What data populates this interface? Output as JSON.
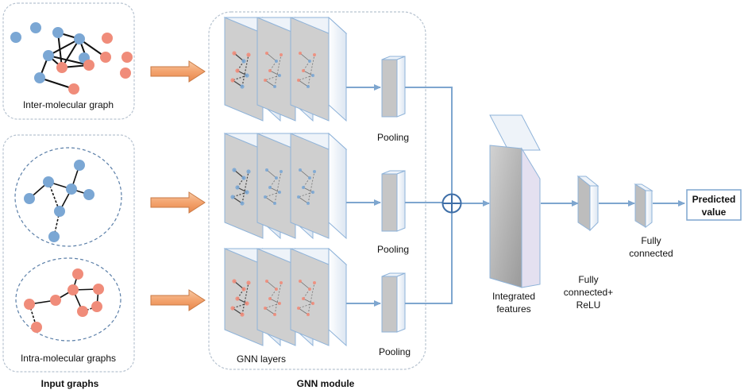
{
  "labels": {
    "inter_graph": "Inter-molecular graph",
    "intra_graphs": "Intra-molecular graphs",
    "input_graphs": "Input graphs",
    "gnn_module": "GNN module",
    "gnn_layers": "GNN layers",
    "pooling": "Pooling",
    "integrated_line1": "Integrated",
    "integrated_line2": "features",
    "fc_relu_line1": "Fully",
    "fc_relu_line2": "connected+",
    "fc_relu_line3": "ReLU",
    "fc_line1": "Fully",
    "fc_line2": "connected",
    "predicted_line1": "Predicted",
    "predicted_line2": "value"
  },
  "colors": {
    "blue_node": "#7ba7d4",
    "salmon_node": "#f08c7a",
    "layer_front": "#cfcfcf",
    "layer_edge": "#8fb3d9",
    "arrow_orange": "#f0a070",
    "connector": "#7ea6cf",
    "panel_border": "#b7c3d0"
  },
  "icons": {
    "sum": "circle-plus-icon",
    "arrow": "orange-block-arrow-icon"
  }
}
